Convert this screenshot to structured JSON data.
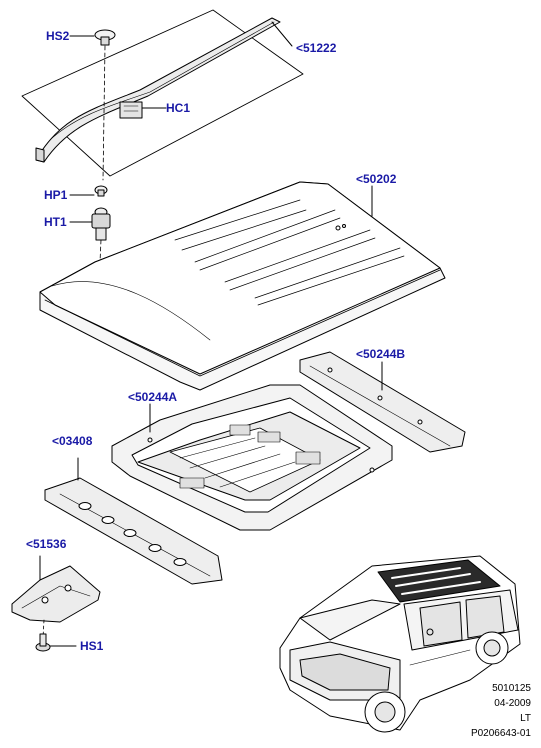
{
  "colors": {
    "callout": "#1a1aa6",
    "line": "#000000",
    "shade": "#d8d8d8",
    "background": "#ffffff"
  },
  "callouts": {
    "hs2": "HS2",
    "p51222": "<51222",
    "hc1": "HC1",
    "hp1": "HP1",
    "ht1": "HT1",
    "p50202": "<50202",
    "p50244b": "<50244B",
    "p50244a": "<50244A",
    "p03408": "<03408",
    "p51536": "<51536",
    "hs1": "HS1"
  },
  "meta": {
    "code": "5010125",
    "date": "04-2009",
    "side": "LT",
    "figure": "P0206643-01"
  },
  "icons": [
    "roof-rail-part",
    "roof-panel-part",
    "roof-frame-part",
    "roof-bow-part",
    "header-rail-part",
    "bracket-part",
    "screw-part",
    "clip-part",
    "plug-part",
    "vehicle-illustration"
  ]
}
